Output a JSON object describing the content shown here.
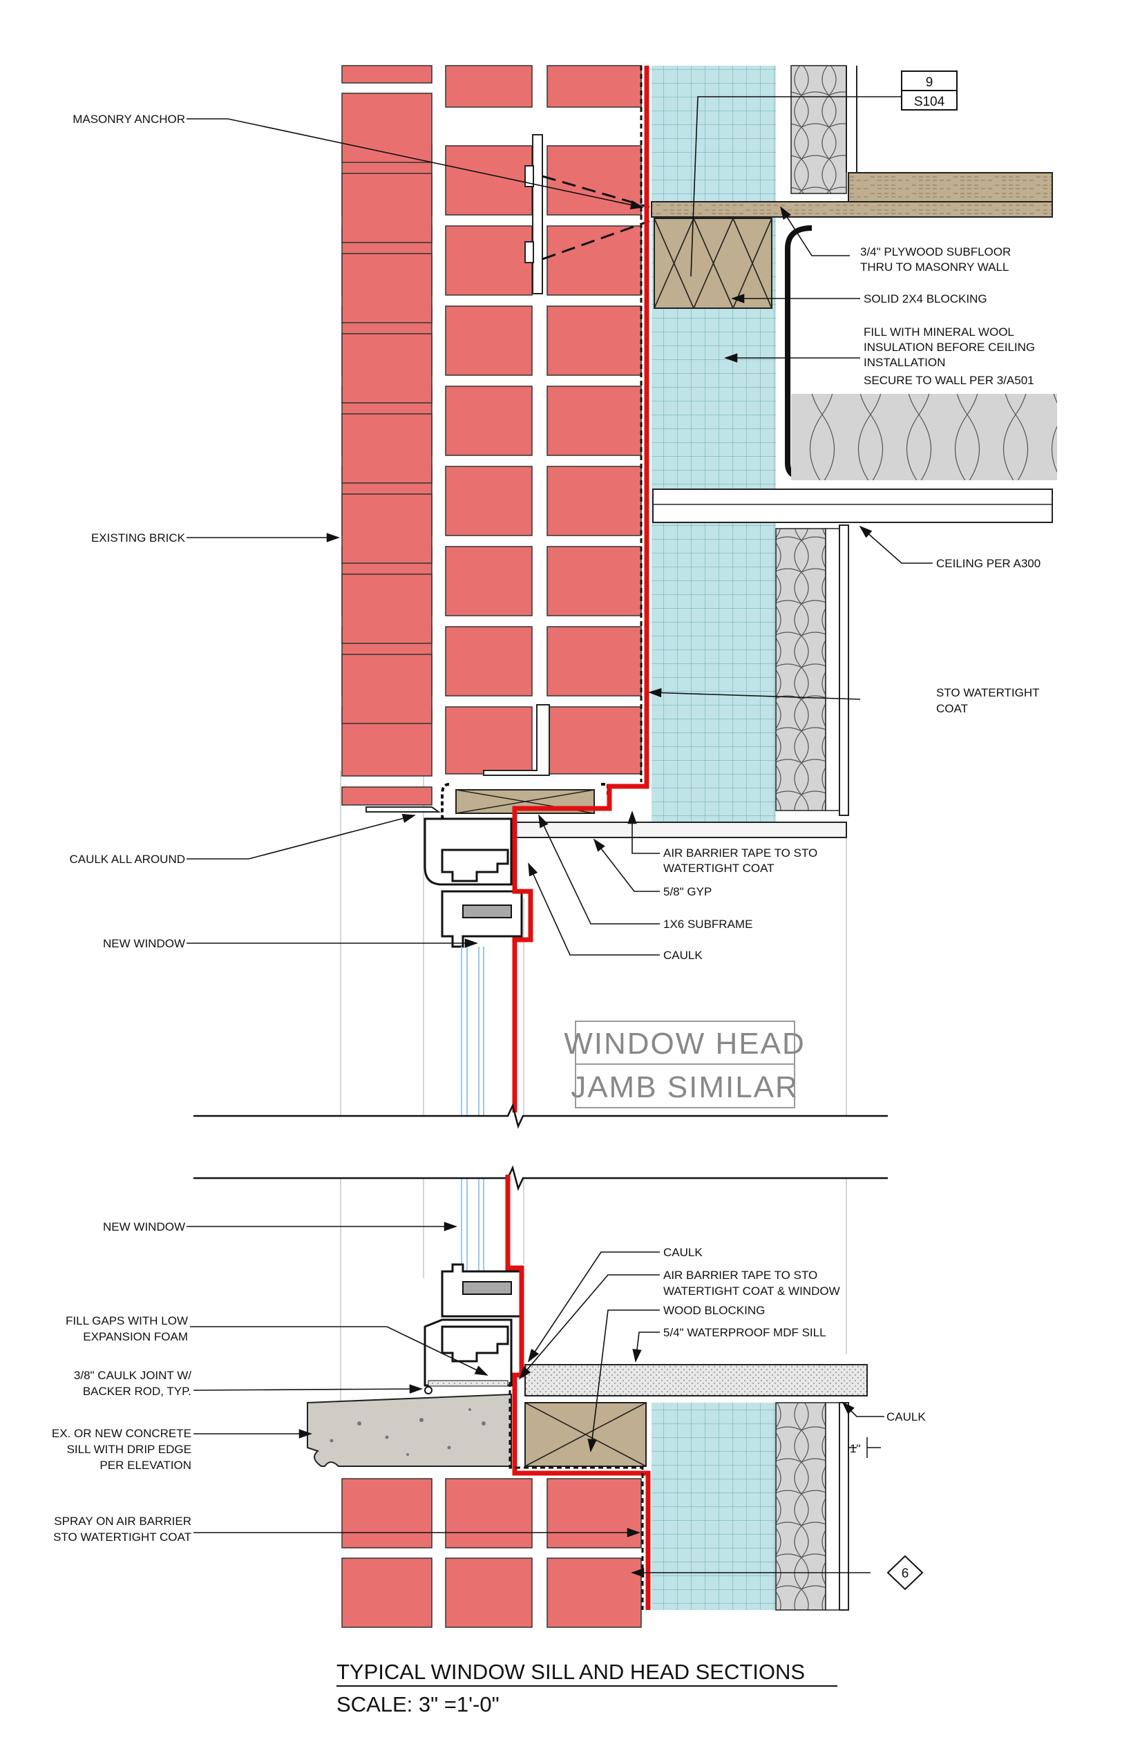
{
  "colors": {
    "brick": "#e8716f",
    "insulation_board": "#bfe3e6",
    "wood": "#bfae8f",
    "sto_coat": "#e01010",
    "concrete": "#cfccc6",
    "batt": "#d4d4d4"
  },
  "detail_ref": {
    "number": "9",
    "sheet": "S104"
  },
  "keynote": "6",
  "head_labels": {
    "masonry_anchor": "MASONRY ANCHOR",
    "existing_brick": "EXISTING BRICK",
    "caulk_all_around": "CAULK ALL AROUND",
    "new_window": "NEW WINDOW",
    "plywood_1": "3/4\" PLYWOOD SUBFLOOR",
    "plywood_2": "THRU TO MASONRY WALL",
    "blocking": "SOLID 2X4 BLOCKING",
    "fill_1": "FILL WITH MINERAL WOOL",
    "fill_2": "INSULATION BEFORE CEILING",
    "fill_3": "INSTALLATION",
    "fill_4": "SECURE TO WALL PER 3/A501",
    "ceiling": "CEILING PER A300",
    "sto_1": "STO WATERTIGHT",
    "sto_2": "COAT",
    "abt_1": "AIR BARRIER TAPE TO STO",
    "abt_2": "WATERTIGHT COAT",
    "gyp": "5/8\" GYP",
    "subframe": "1X6 SUBFRAME",
    "caulk": "CAULK"
  },
  "stamp": {
    "line1": "WINDOW HEAD",
    "line2": "JAMB SIMILAR"
  },
  "sill_labels": {
    "new_window": "NEW WINDOW",
    "foam_1": "FILL GAPS WITH LOW",
    "foam_2": "EXPANSION FOAM",
    "joint_1": "3/8\" CAULK JOINT W/",
    "joint_2": "BACKER ROD, TYP.",
    "sill_1": "EX.  OR NEW CONCRETE",
    "sill_2": "SILL WITH DRIP EDGE",
    "sill_3": "PER ELEVATION",
    "spray_1": "SPRAY ON AIR BARRIER",
    "spray_2": "STO WATERTIGHT COAT",
    "caulk_top": "CAULK",
    "abt_1": "AIR BARRIER TAPE TO STO",
    "abt_2": "WATERTIGHT COAT & WINDOW",
    "wood_blocking": "WOOD BLOCKING",
    "mdf": "5/4\" WATERPROOF MDF SILL",
    "caulk_right": "CAULK",
    "dim": "1\""
  },
  "title": {
    "main": "TYPICAL WINDOW SILL AND HEAD SECTIONS",
    "scale": "SCALE: 3\" =1'-0\""
  }
}
